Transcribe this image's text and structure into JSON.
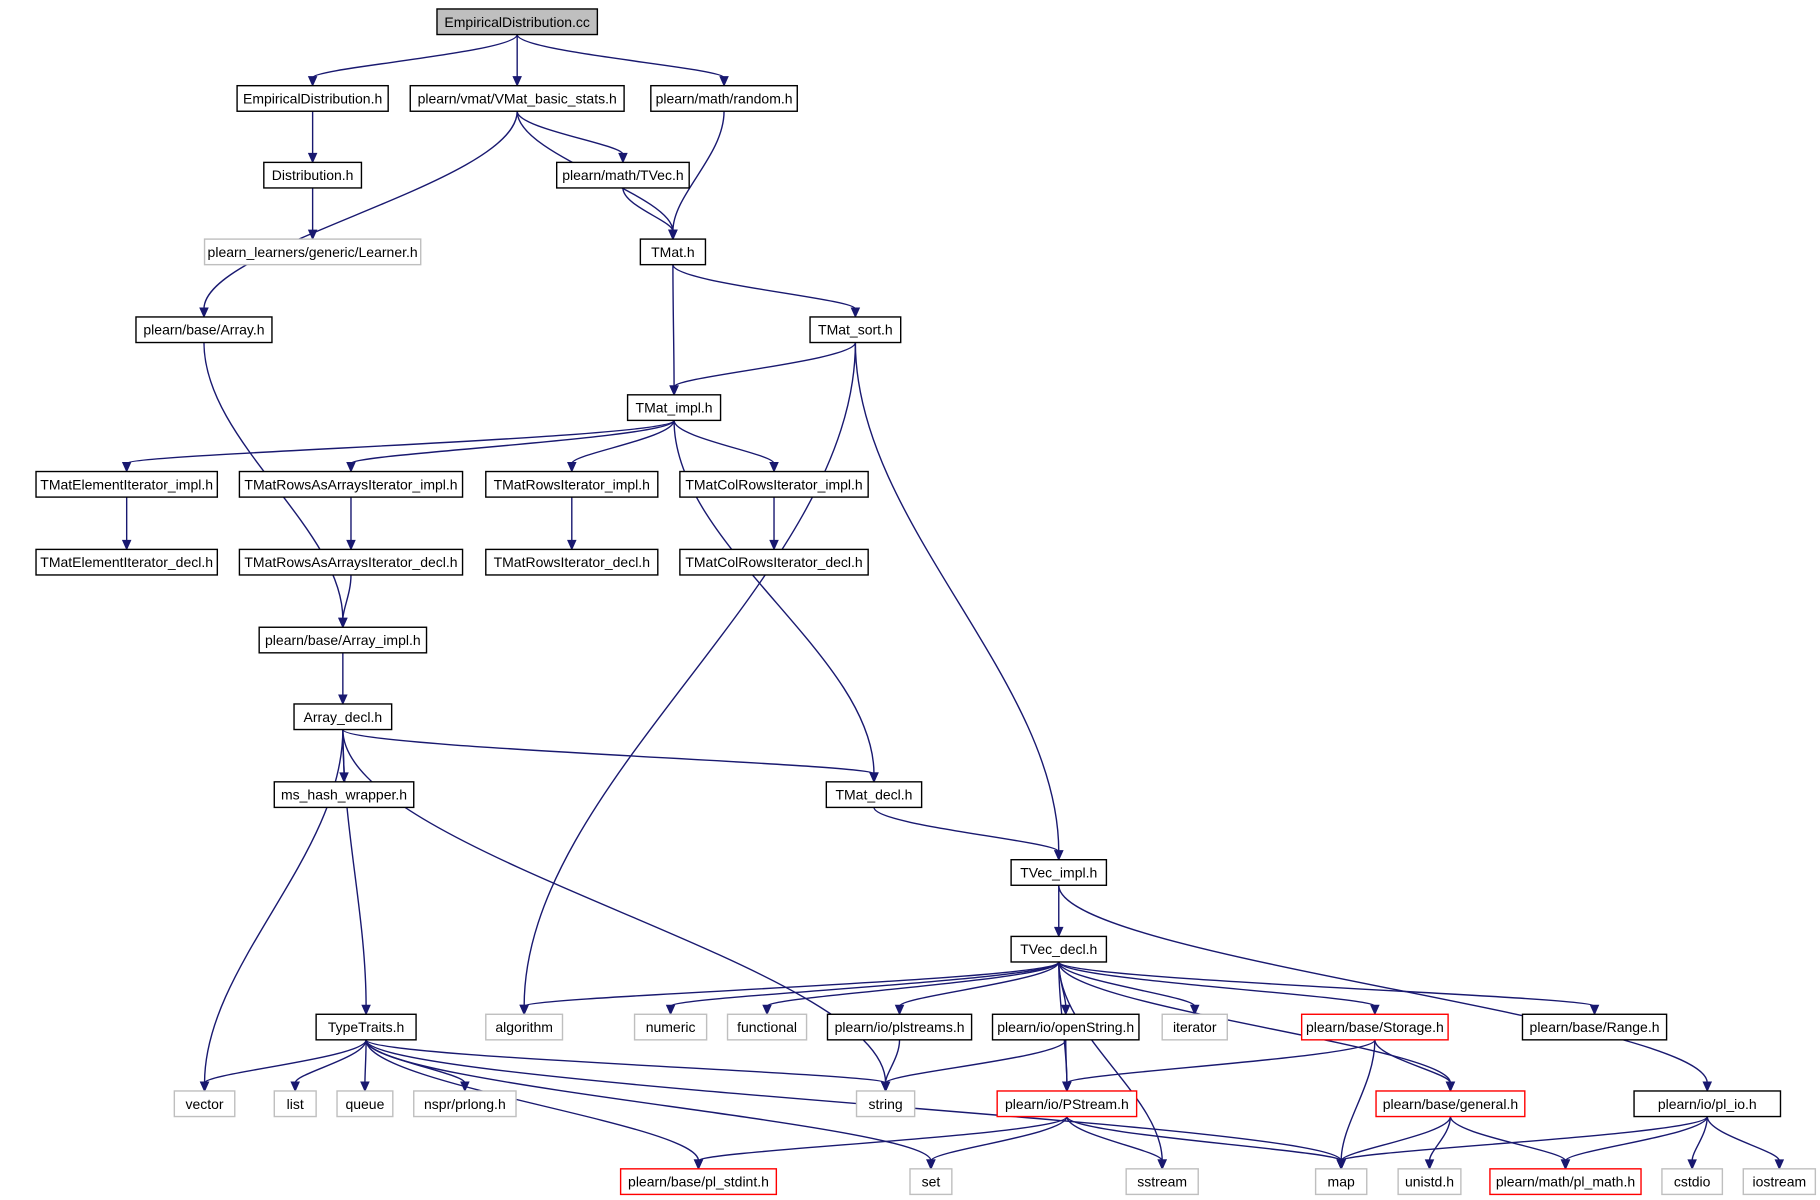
{
  "graph": {
    "colors": {
      "edge": "#191970",
      "documented": "#000000",
      "external": "#bfbfbf",
      "truncated": "#ff0000",
      "root_fill": "#bfbfbf"
    },
    "nodes": [
      {
        "id": "root",
        "label": "EmpiricalDistribution.cc",
        "kind": "root"
      },
      {
        "id": "empdist_h",
        "label": "EmpiricalDistribution.h",
        "kind": "doc"
      },
      {
        "id": "vmat_stats",
        "label": "plearn/vmat/VMat_basic_stats.h",
        "kind": "doc"
      },
      {
        "id": "random_h",
        "label": "plearn/math/random.h",
        "kind": "doc"
      },
      {
        "id": "distribution_h",
        "label": "Distribution.h",
        "kind": "doc"
      },
      {
        "id": "tvec_h",
        "label": "plearn/math/TVec.h",
        "kind": "doc"
      },
      {
        "id": "learner_h",
        "label": "plearn_learners/generic/Learner.h",
        "kind": "ext"
      },
      {
        "id": "tmat_h",
        "label": "TMat.h",
        "kind": "doc"
      },
      {
        "id": "array_h",
        "label": "plearn/base/Array.h",
        "kind": "doc"
      },
      {
        "id": "tmat_sort",
        "label": "TMat_sort.h",
        "kind": "doc"
      },
      {
        "id": "tmat_impl",
        "label": "TMat_impl.h",
        "kind": "doc"
      },
      {
        "id": "elemit_impl",
        "label": "TMatElementIterator_impl.h",
        "kind": "doc"
      },
      {
        "id": "rowsarr_impl",
        "label": "TMatRowsAsArraysIterator_impl.h",
        "kind": "doc"
      },
      {
        "id": "rowsit_impl",
        "label": "TMatRowsIterator_impl.h",
        "kind": "doc"
      },
      {
        "id": "colrows_impl",
        "label": "TMatColRowsIterator_impl.h",
        "kind": "doc"
      },
      {
        "id": "elemit_decl",
        "label": "TMatElementIterator_decl.h",
        "kind": "doc"
      },
      {
        "id": "rowsarr_decl",
        "label": "TMatRowsAsArraysIterator_decl.h",
        "kind": "doc"
      },
      {
        "id": "rowsit_decl",
        "label": "TMatRowsIterator_decl.h",
        "kind": "doc"
      },
      {
        "id": "colrows_decl",
        "label": "TMatColRowsIterator_decl.h",
        "kind": "doc"
      },
      {
        "id": "array_impl",
        "label": "plearn/base/Array_impl.h",
        "kind": "doc"
      },
      {
        "id": "array_decl",
        "label": "Array_decl.h",
        "kind": "doc"
      },
      {
        "id": "ms_hash",
        "label": "ms_hash_wrapper.h",
        "kind": "doc"
      },
      {
        "id": "tmat_decl",
        "label": "TMat_decl.h",
        "kind": "doc"
      },
      {
        "id": "tvec_impl",
        "label": "TVec_impl.h",
        "kind": "doc"
      },
      {
        "id": "tvec_decl",
        "label": "TVec_decl.h",
        "kind": "doc"
      },
      {
        "id": "typetraits",
        "label": "TypeTraits.h",
        "kind": "doc"
      },
      {
        "id": "algorithm",
        "label": "algorithm",
        "kind": "ext"
      },
      {
        "id": "numeric",
        "label": "numeric",
        "kind": "ext"
      },
      {
        "id": "functional",
        "label": "functional",
        "kind": "ext"
      },
      {
        "id": "plstreams",
        "label": "plearn/io/plstreams.h",
        "kind": "doc"
      },
      {
        "id": "openstring",
        "label": "plearn/io/openString.h",
        "kind": "doc"
      },
      {
        "id": "iterator",
        "label": "iterator",
        "kind": "ext"
      },
      {
        "id": "storage",
        "label": "plearn/base/Storage.h",
        "kind": "trunc"
      },
      {
        "id": "range",
        "label": "plearn/base/Range.h",
        "kind": "doc"
      },
      {
        "id": "vector",
        "label": "vector",
        "kind": "ext"
      },
      {
        "id": "list",
        "label": "list",
        "kind": "ext"
      },
      {
        "id": "queue",
        "label": "queue",
        "kind": "ext"
      },
      {
        "id": "prlong",
        "label": "nspr/prlong.h",
        "kind": "ext"
      },
      {
        "id": "string",
        "label": "string",
        "kind": "ext"
      },
      {
        "id": "pstream",
        "label": "plearn/io/PStream.h",
        "kind": "trunc"
      },
      {
        "id": "general",
        "label": "plearn/base/general.h",
        "kind": "trunc"
      },
      {
        "id": "pl_io",
        "label": "plearn/io/pl_io.h",
        "kind": "doc"
      },
      {
        "id": "stdint",
        "label": "plearn/base/pl_stdint.h",
        "kind": "trunc"
      },
      {
        "id": "set",
        "label": "set",
        "kind": "ext"
      },
      {
        "id": "sstream",
        "label": "sstream",
        "kind": "ext"
      },
      {
        "id": "map",
        "label": "map",
        "kind": "ext"
      },
      {
        "id": "unistd",
        "label": "unistd.h",
        "kind": "ext"
      },
      {
        "id": "pl_math",
        "label": "plearn/math/pl_math.h",
        "kind": "trunc"
      },
      {
        "id": "cstdio",
        "label": "cstdio",
        "kind": "ext"
      },
      {
        "id": "iostream",
        "label": "iostream",
        "kind": "ext"
      }
    ],
    "edges": [
      [
        "root",
        "empdist_h"
      ],
      [
        "root",
        "vmat_stats"
      ],
      [
        "root",
        "random_h"
      ],
      [
        "empdist_h",
        "distribution_h"
      ],
      [
        "distribution_h",
        "learner_h"
      ],
      [
        "vmat_stats",
        "tvec_h"
      ],
      [
        "vmat_stats",
        "tmat_h"
      ],
      [
        "vmat_stats",
        "array_h"
      ],
      [
        "random_h",
        "tmat_h"
      ],
      [
        "tvec_h",
        "tmat_h"
      ],
      [
        "tmat_h",
        "tmat_impl"
      ],
      [
        "tmat_h",
        "tmat_sort"
      ],
      [
        "tmat_sort",
        "tmat_impl"
      ],
      [
        "tmat_sort",
        "algorithm"
      ],
      [
        "tmat_sort",
        "tvec_impl"
      ],
      [
        "array_h",
        "array_impl"
      ],
      [
        "tmat_impl",
        "elemit_impl"
      ],
      [
        "tmat_impl",
        "rowsarr_impl"
      ],
      [
        "tmat_impl",
        "rowsit_impl"
      ],
      [
        "tmat_impl",
        "colrows_impl"
      ],
      [
        "tmat_impl",
        "tmat_decl"
      ],
      [
        "elemit_impl",
        "elemit_decl"
      ],
      [
        "rowsarr_impl",
        "rowsarr_decl"
      ],
      [
        "rowsit_impl",
        "rowsit_decl"
      ],
      [
        "colrows_impl",
        "colrows_decl"
      ],
      [
        "rowsarr_decl",
        "array_impl"
      ],
      [
        "array_impl",
        "array_decl"
      ],
      [
        "array_decl",
        "ms_hash"
      ],
      [
        "array_decl",
        "tmat_decl"
      ],
      [
        "array_decl",
        "typetraits"
      ],
      [
        "array_decl",
        "vector"
      ],
      [
        "array_decl",
        "string"
      ],
      [
        "tmat_decl",
        "tvec_impl"
      ],
      [
        "tvec_impl",
        "tvec_decl"
      ],
      [
        "tvec_impl",
        "pl_io"
      ],
      [
        "tvec_decl",
        "algorithm"
      ],
      [
        "tvec_decl",
        "numeric"
      ],
      [
        "tvec_decl",
        "functional"
      ],
      [
        "tvec_decl",
        "plstreams"
      ],
      [
        "tvec_decl",
        "openstring"
      ],
      [
        "tvec_decl",
        "iterator"
      ],
      [
        "tvec_decl",
        "storage"
      ],
      [
        "tvec_decl",
        "range"
      ],
      [
        "tvec_decl",
        "general"
      ],
      [
        "tvec_decl",
        "sstream"
      ],
      [
        "tvec_decl",
        "pstream"
      ],
      [
        "typetraits",
        "vector"
      ],
      [
        "typetraits",
        "list"
      ],
      [
        "typetraits",
        "queue"
      ],
      [
        "typetraits",
        "prlong"
      ],
      [
        "typetraits",
        "string"
      ],
      [
        "typetraits",
        "stdint"
      ],
      [
        "typetraits",
        "set"
      ],
      [
        "typetraits",
        "map"
      ],
      [
        "plstreams",
        "string"
      ],
      [
        "openstring",
        "string"
      ],
      [
        "openstring",
        "pstream"
      ],
      [
        "storage",
        "pstream"
      ],
      [
        "storage",
        "general"
      ],
      [
        "storage",
        "map"
      ],
      [
        "pstream",
        "stdint"
      ],
      [
        "pstream",
        "set"
      ],
      [
        "pstream",
        "sstream"
      ],
      [
        "pstream",
        "map"
      ],
      [
        "general",
        "map"
      ],
      [
        "general",
        "unistd"
      ],
      [
        "general",
        "pl_math"
      ],
      [
        "pl_io",
        "map"
      ],
      [
        "pl_io",
        "pl_math"
      ],
      [
        "pl_io",
        "cstdio"
      ],
      [
        "pl_io",
        "iostream"
      ]
    ]
  }
}
